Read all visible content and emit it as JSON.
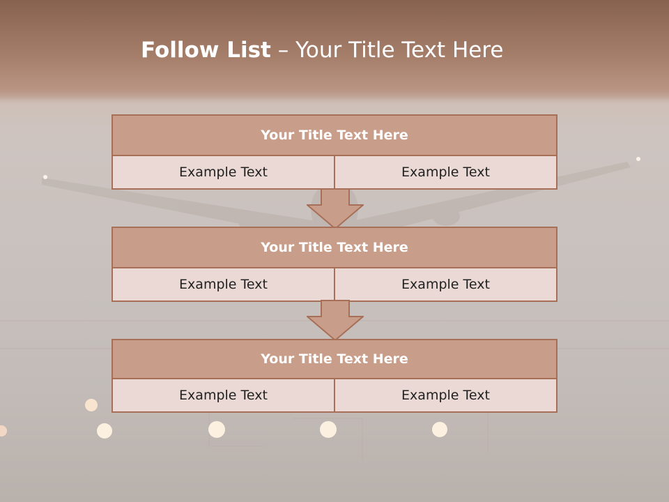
{
  "header": {
    "title_bold": "Follow List",
    "title_rest": " – Your Title Text Here"
  },
  "steps": [
    {
      "title": "Your Title Text Here",
      "left": "Example Text",
      "right": "Example Text"
    },
    {
      "title": "Your Title Text Here",
      "left": "Example Text",
      "right": "Example Text"
    },
    {
      "title": "Your Title Text Here",
      "left": "Example Text",
      "right": "Example Text"
    }
  ],
  "colors": {
    "accent_border": "#a86f58",
    "title_fill": "#c89e8a",
    "cell_fill": "#ead9d4",
    "arrow_fill": "#c89e8a"
  }
}
